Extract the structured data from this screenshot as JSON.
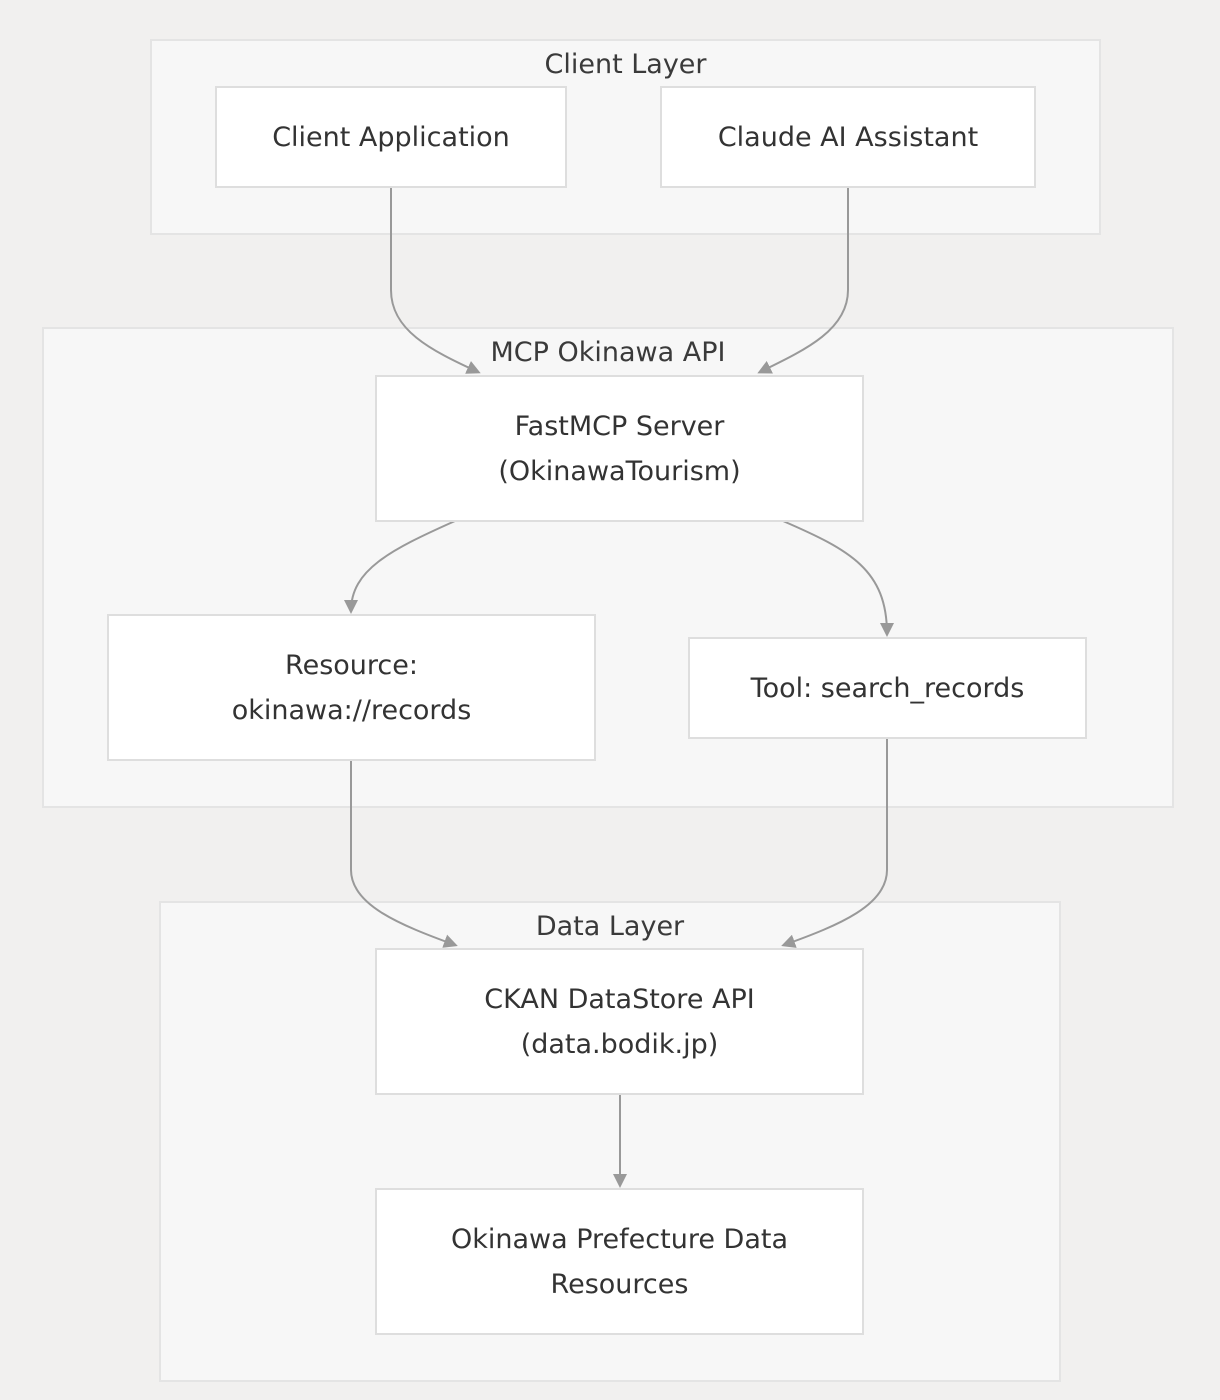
{
  "clusters": {
    "client": {
      "label": "Client Layer"
    },
    "mcp": {
      "label": "MCP Okinawa API"
    },
    "data": {
      "label": "Data Layer"
    }
  },
  "nodes": {
    "client_app": {
      "label": "Client Application"
    },
    "claude": {
      "label": "Claude AI Assistant"
    },
    "fastmcp": {
      "label": "FastMCP Server\n(OkinawaTourism)"
    },
    "resource": {
      "label": "Resource:\nokinawa://records"
    },
    "tool": {
      "label": "Tool: search_records"
    },
    "ckan": {
      "label": "CKAN DataStore API\n(data.bodik.jp)"
    },
    "okinawa_data": {
      "label": "Okinawa Prefecture Data\nResources"
    }
  },
  "colors": {
    "background": "#f1f0ef",
    "cluster_fill": "#f7f7f7",
    "node_fill": "#ffffff",
    "edge": "#999999"
  }
}
